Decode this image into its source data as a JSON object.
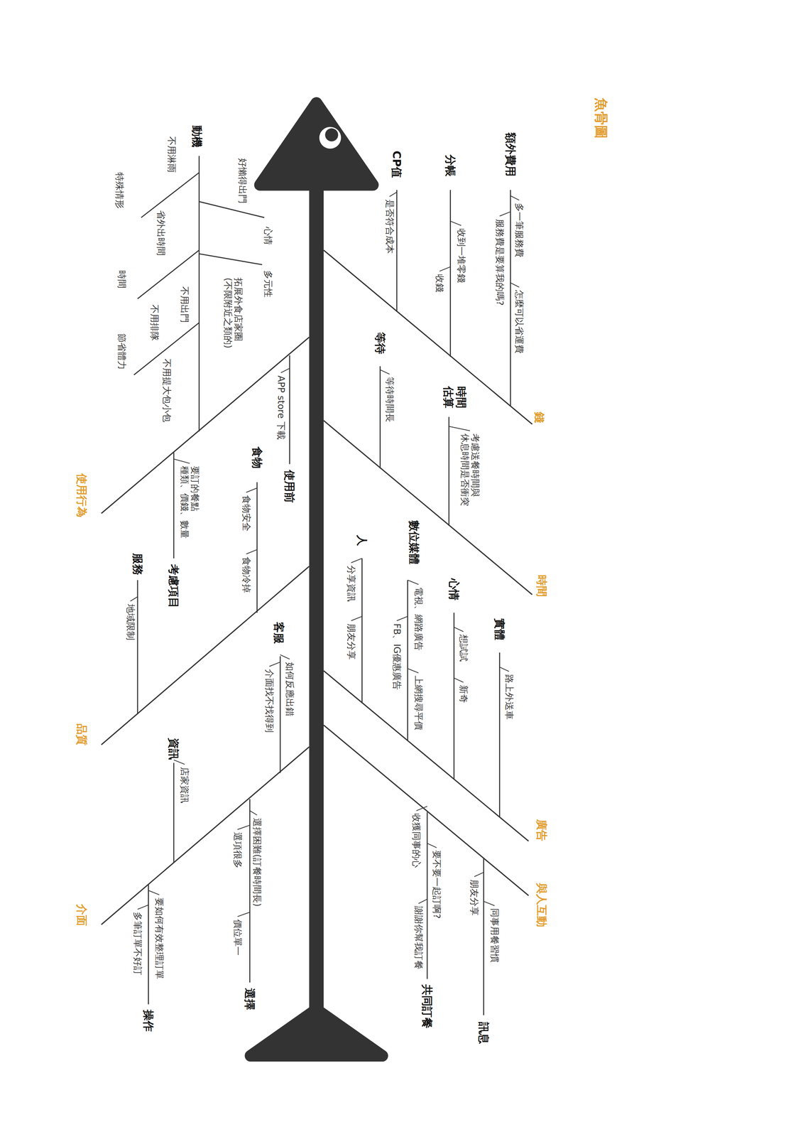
{
  "diagram": {
    "title": "魚骨圖",
    "labels": [
      "錢",
      "額外費用",
      "多一筆服務費",
      "服務費是要算我的嗎?",
      "怎麼可以省運費",
      "分帳",
      "收到一堆零錢",
      "收錢",
      "CP值",
      "是否符合成本",
      "時間",
      "等待",
      "等待時間長",
      "時間 估算",
      "考慮送餐時間與 休息時間是否衝突",
      "廣告",
      "數位媒體",
      "電視、網路廣告",
      "FB、IG優惠廣告",
      "上網搜尋平價",
      "心情",
      "想試試",
      "新奇",
      "實體",
      "路上外送車",
      "人",
      "分享資訊",
      "朋友分享",
      "與人互動",
      "訊息",
      "同事用餐習慣",
      "朋友分享",
      "共同訂餐",
      "收獲同事的心",
      "要不要一起訂啊?",
      "謝謝你幫我訂餐",
      "使用行為",
      "動機",
      "不用淋雨",
      "特殊情形",
      "好懶得出門",
      "心情",
      "省外出時間",
      "時間",
      "多元性",
      "拓展外食店家圈 (不限附近之類的)",
      "不用出門",
      "不用排隊",
      "節省體力",
      "不用提大包小包",
      "使用前",
      "APP store 下載",
      "考慮項目",
      "要訂的餐點 種類、價錢、數量",
      "品質",
      "食物",
      "食物安全",
      "食物冷掉",
      "服務",
      "地域限制",
      "介面",
      "客服",
      "如何反應出錯",
      "介面找不找得到",
      "資訊",
      "店家資訊",
      "選擇",
      "選擇困難(訂餐時間長)",
      "選項很多",
      "價位單一",
      "操作",
      "要如何有效整理訂單",
      "多筆訂單不好訂"
    ]
  }
}
